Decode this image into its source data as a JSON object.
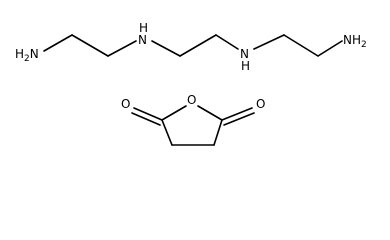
{
  "molecule_1": {
    "atoms": {
      "amine_left": "H2N",
      "nh_1": "N",
      "nh_1_h": "H",
      "nh_2": "N",
      "nh_2_h": "H",
      "amine_right": "NH2"
    }
  },
  "molecule_2": {
    "atoms": {
      "ring_oxygen": "O",
      "carbonyl_oxygen_left": "O",
      "carbonyl_oxygen_right": "O"
    }
  }
}
